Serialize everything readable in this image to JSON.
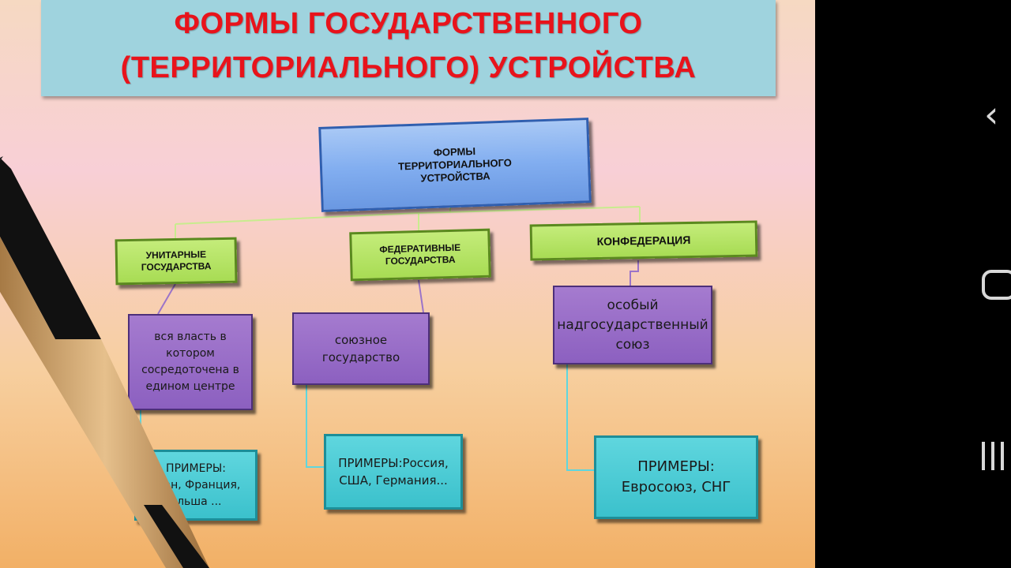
{
  "slide": {
    "title_line1": "ФОРМЫ ГОСУДАРСТВЕННОГО",
    "title_line2": "(ТЕРРИТОРИАЛЬНОГО) УСТРОЙСТВА",
    "root": "ФОРМЫ\nТЕРРИТОРИАЛЬНОГО\nУСТРОЙСТВА",
    "branches": [
      {
        "label": "УНИТАРНЫЕ\nГОСУДАРСТВА",
        "definition": "вся власть в котором\nсосредоточена в\nедином центре",
        "examples": "ПРИМЕРЫ:\nстан, Франция,\nольша ..."
      },
      {
        "label": "ФЕДЕРАТИВНЫЕ\nГОСУДАРСТВА",
        "definition": "союзное\nгосударство",
        "examples": "ПРИМЕРЫ:Россия,\nСША, Германия..."
      },
      {
        "label": "КОНФЕДЕРАЦИЯ",
        "definition": "особый\nнадгосударственный\nсоюз",
        "examples": "ПРИМЕРЫ:\nЕвросоюз, СНГ"
      }
    ]
  },
  "colors": {
    "title_text": "#e8131b",
    "title_bg": "#9fd3de",
    "root_box": "#82aef0",
    "level1_box": "#a8dc54",
    "definition_box": "#8c60c0",
    "example_box": "#3bc1cc",
    "navigation_bar": "#000000"
  },
  "nav": {
    "back_icon": "chevron-left-icon",
    "home_icon": "home-icon",
    "recents_icon": "recents-icon"
  }
}
